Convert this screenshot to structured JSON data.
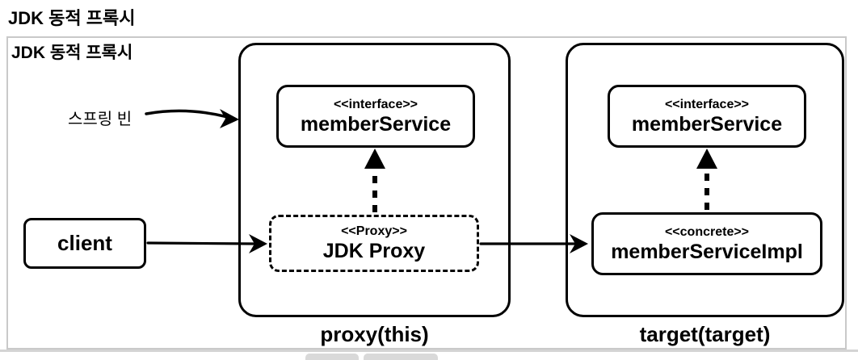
{
  "page": {
    "title": "JDK 동적 프록시"
  },
  "diagram": {
    "frame_label": "JDK 동적 프록시",
    "spring_bean_label": "스프링 빈",
    "client": {
      "label": "client"
    },
    "proxy_container": {
      "caption": "proxy(this)",
      "interface_box": {
        "stereotype": "<<interface>>",
        "name": "memberService"
      },
      "proxy_box": {
        "stereotype": "<<Proxy>>",
        "name": "JDK Proxy"
      }
    },
    "target_container": {
      "caption": "target(target)",
      "interface_box": {
        "stereotype": "<<interface>>",
        "name": "memberService"
      },
      "concrete_box": {
        "stereotype": "<<concrete>>",
        "name": "memberServiceImpl"
      }
    },
    "colors": {
      "line": "#000000",
      "frame_border": "#c9c9c9",
      "background": "#ffffff"
    }
  }
}
